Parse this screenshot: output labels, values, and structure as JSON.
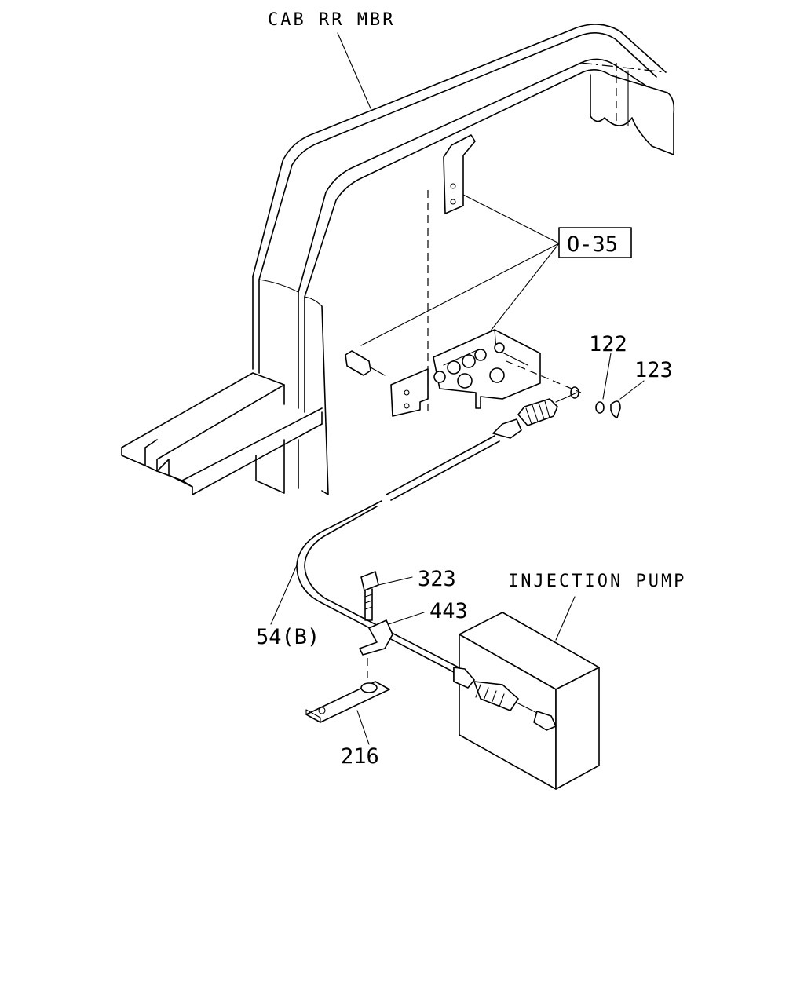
{
  "labels": {
    "cab_rr_mbr": "CAB RR MBR",
    "injection_pump": "INJECTION PUMP",
    "ref_o35": "O-35",
    "part_122": "122",
    "part_123": "123",
    "part_323": "323",
    "part_443": "443",
    "part_54b": "54(B)",
    "part_216": "216"
  }
}
